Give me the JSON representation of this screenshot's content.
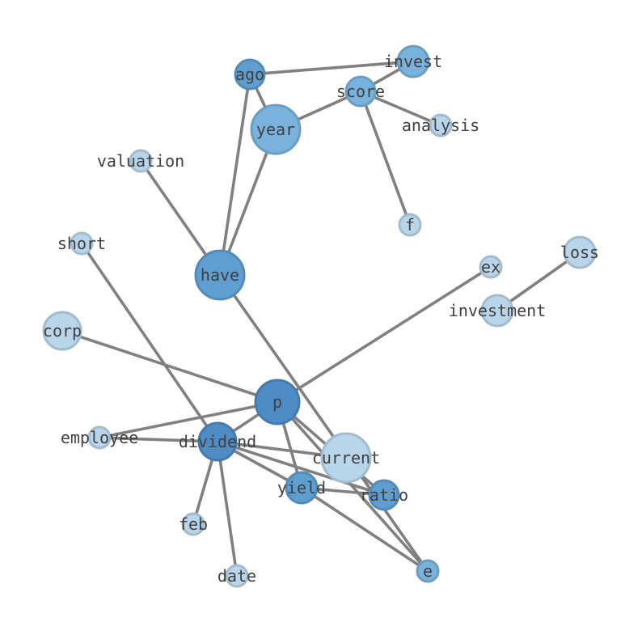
{
  "palette": {
    "edge": "#808080",
    "label": "#404040",
    "shade_1": "#b8d5ea",
    "shade_2": "#9cc6e3",
    "shade_3": "#79b2dc",
    "shade_4": "#5e9ed1",
    "shade_5": "#4f8bc4"
  },
  "nodes": [
    {
      "id": "ago",
      "label": "ago",
      "shade": "shade_4"
    },
    {
      "id": "invest",
      "label": "invest",
      "shade": "shade_3"
    },
    {
      "id": "score",
      "label": "score",
      "shade": "shade_3"
    },
    {
      "id": "analysis",
      "label": "analysis",
      "shade": "shade_1"
    },
    {
      "id": "year",
      "label": "year",
      "shade": "shade_3"
    },
    {
      "id": "valuation",
      "label": "valuation",
      "shade": "shade_1"
    },
    {
      "id": "f",
      "label": "f",
      "shade": "shade_1"
    },
    {
      "id": "short",
      "label": "short",
      "shade": "shade_1"
    },
    {
      "id": "have",
      "label": "have",
      "shade": "shade_4"
    },
    {
      "id": "ex",
      "label": "ex",
      "shade": "shade_1"
    },
    {
      "id": "loss",
      "label": "loss",
      "shade": "shade_1"
    },
    {
      "id": "investment",
      "label": "investment",
      "shade": "shade_1"
    },
    {
      "id": "corp",
      "label": "corp",
      "shade": "shade_1"
    },
    {
      "id": "p",
      "label": "p",
      "shade": "shade_5"
    },
    {
      "id": "employee",
      "label": "employee",
      "shade": "shade_1"
    },
    {
      "id": "dividend",
      "label": "dividend",
      "shade": "shade_5"
    },
    {
      "id": "current",
      "label": "current",
      "shade": "shade_1"
    },
    {
      "id": "yield",
      "label": "yield",
      "shade": "shade_4"
    },
    {
      "id": "ratio",
      "label": "ratio",
      "shade": "shade_4"
    },
    {
      "id": "feb",
      "label": "feb",
      "shade": "shade_1"
    },
    {
      "id": "date",
      "label": "date",
      "shade": "shade_1"
    },
    {
      "id": "e",
      "label": "e",
      "shade": "shade_3"
    }
  ],
  "edges": [
    [
      "ago",
      "invest"
    ],
    [
      "ago",
      "year"
    ],
    [
      "ago",
      "have"
    ],
    [
      "year",
      "have"
    ],
    [
      "year",
      "score"
    ],
    [
      "score",
      "invest"
    ],
    [
      "score",
      "analysis"
    ],
    [
      "score",
      "f"
    ],
    [
      "valuation",
      "have"
    ],
    [
      "have",
      "e"
    ],
    [
      "loss",
      "investment"
    ],
    [
      "ex",
      "p"
    ],
    [
      "corp",
      "p"
    ],
    [
      "p",
      "employee"
    ],
    [
      "p",
      "dividend"
    ],
    [
      "p",
      "yield"
    ],
    [
      "p",
      "ratio"
    ],
    [
      "p",
      "e"
    ],
    [
      "short",
      "dividend"
    ],
    [
      "dividend",
      "employee"
    ],
    [
      "dividend",
      "ratio"
    ],
    [
      "dividend",
      "yield"
    ],
    [
      "dividend",
      "feb"
    ],
    [
      "dividend",
      "date"
    ],
    [
      "dividend",
      "current"
    ],
    [
      "yield",
      "ratio"
    ],
    [
      "yield",
      "e"
    ]
  ]
}
